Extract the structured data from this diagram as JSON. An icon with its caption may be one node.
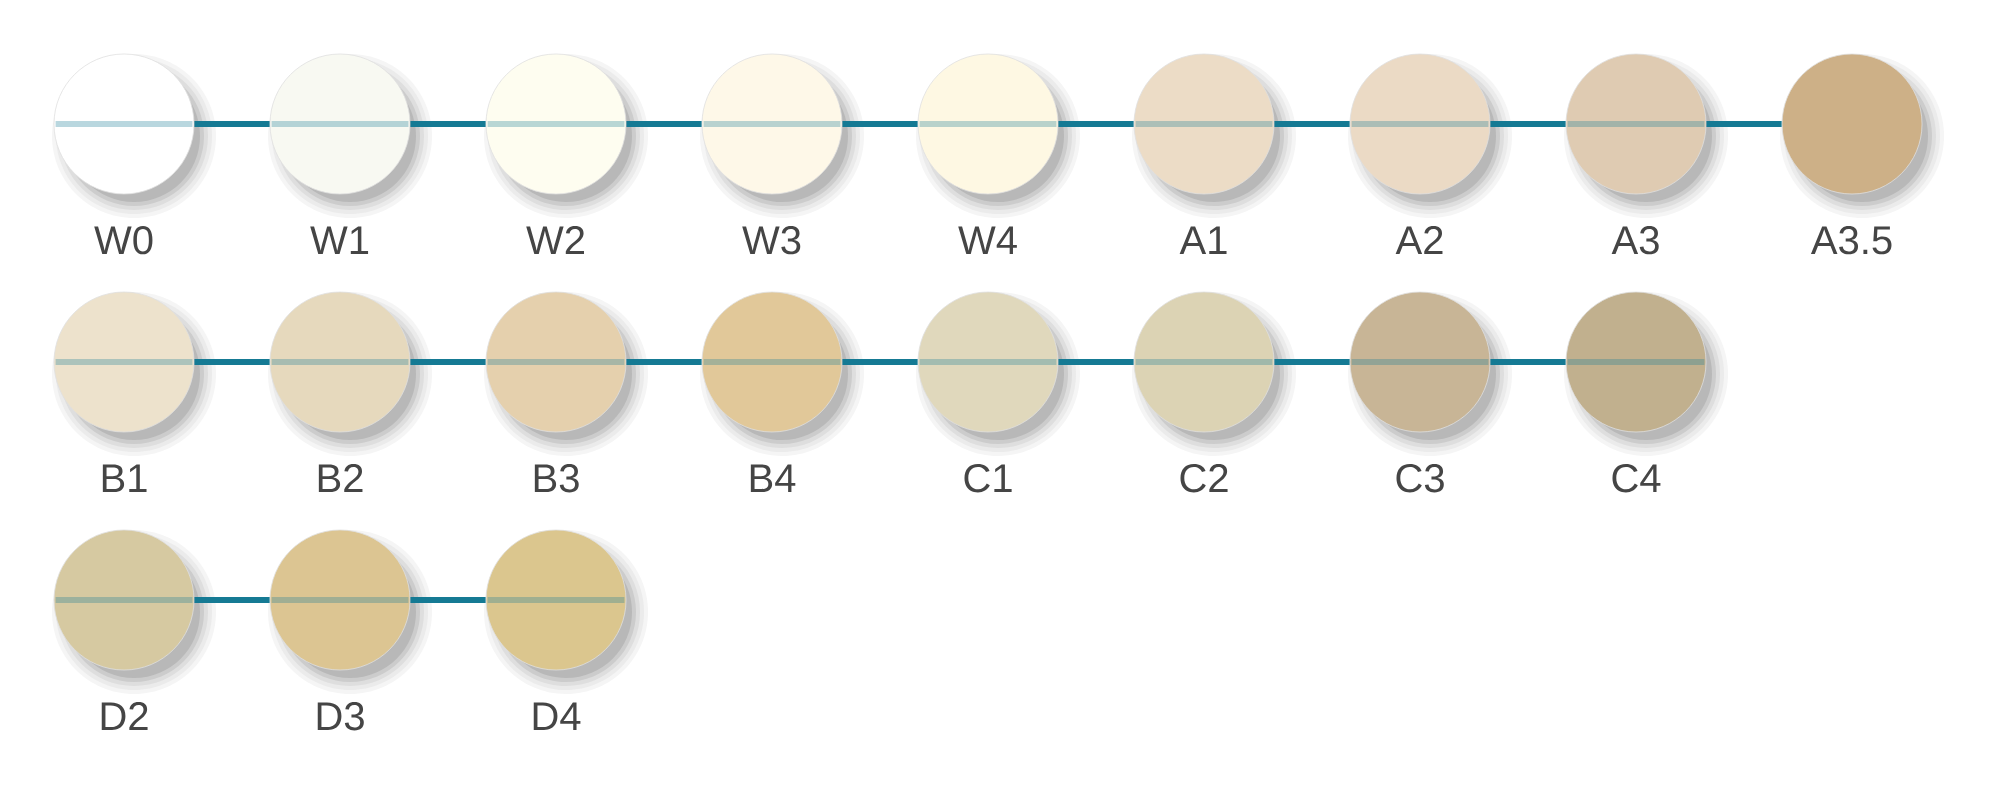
{
  "diagram": {
    "nodes": [
      {
        "text": [
          "W0"
        ]
      },
      {
        "text": [
          "W1"
        ]
      },
      {
        "text": [
          "W2"
        ]
      },
      {
        "text": [
          "W3"
        ]
      },
      {
        "text": [
          "W4"
        ]
      },
      {
        "text": [
          "A1"
        ]
      },
      {
        "text": [
          "A2"
        ]
      },
      {
        "text": [
          "A3"
        ]
      },
      {
        "text": [
          "A3.5"
        ]
      },
      {
        "text": [
          "B1"
        ]
      },
      {
        "text": [
          "B2"
        ]
      },
      {
        "text": [
          "B3"
        ]
      },
      {
        "text": [
          "B4"
        ]
      },
      {
        "text": [
          "C1"
        ]
      },
      {
        "text": [
          "C2"
        ]
      },
      {
        "text": [
          "C3"
        ]
      },
      {
        "text": [
          "C4"
        ]
      },
      {
        "text": [
          "D2"
        ]
      },
      {
        "text": [
          "D3"
        ]
      },
      {
        "text": [
          "D4"
        ]
      }
    ],
    "edges": [
      {
        "from": 0,
        "to": 1,
        "arrow": "none"
      },
      {
        "from": 1,
        "to": 2,
        "arrow": "none"
      },
      {
        "from": 2,
        "to": 3,
        "arrow": "none"
      },
      {
        "from": 3,
        "to": 4,
        "arrow": "none"
      },
      {
        "from": 4,
        "to": 5,
        "arrow": "none"
      },
      {
        "from": 5,
        "to": 6,
        "arrow": "none"
      },
      {
        "from": 6,
        "to": 7,
        "arrow": "none"
      },
      {
        "from": 7,
        "to": 8,
        "arrow": "none"
      },
      {
        "from": 9,
        "to": 10,
        "arrow": "none"
      },
      {
        "from": 10,
        "to": 11,
        "arrow": "none"
      },
      {
        "from": 11,
        "to": 12,
        "arrow": "none"
      },
      {
        "from": 12,
        "to": 13,
        "arrow": "none"
      },
      {
        "from": 13,
        "to": 14,
        "arrow": "none"
      },
      {
        "from": 14,
        "to": 15,
        "arrow": "none"
      },
      {
        "from": 15,
        "to": 16,
        "arrow": "none"
      },
      {
        "from": 17,
        "to": 18,
        "arrow": "none"
      },
      {
        "from": 18,
        "to": 19,
        "arrow": "none"
      }
    ]
  }
}
